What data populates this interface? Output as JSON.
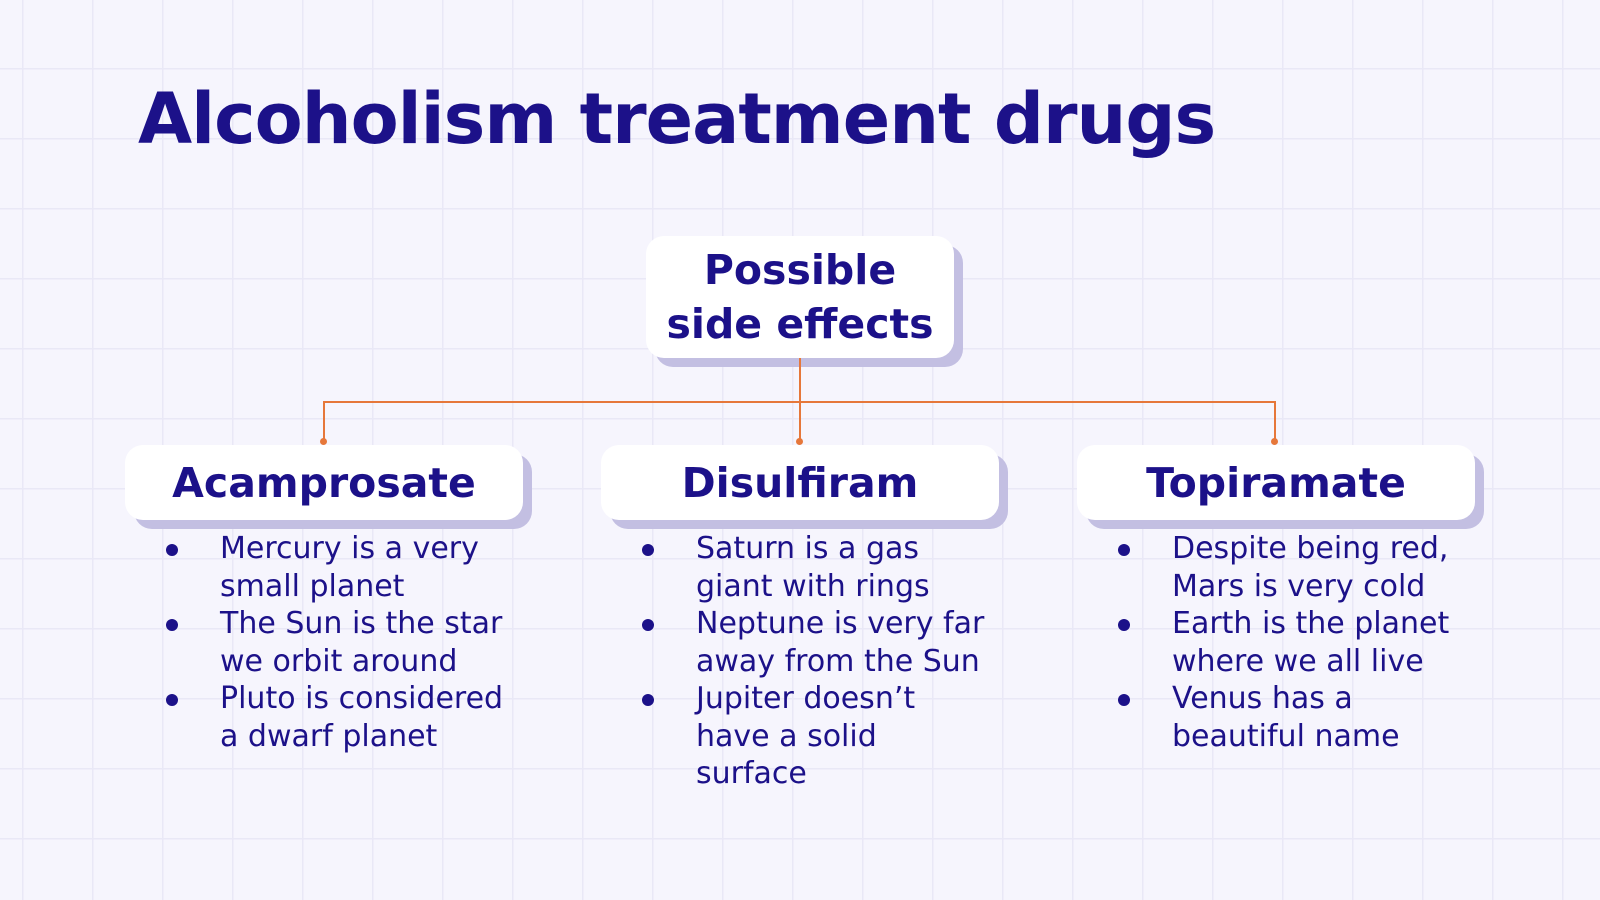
{
  "title": "Alcoholism treatment drugs",
  "root": {
    "label_line1": "Possible",
    "label_line2": "side effects"
  },
  "colors": {
    "text": "#1c1189",
    "connector": "#e6773a",
    "shadow": "#c3bfe2",
    "background": "#f6f5fd"
  },
  "drugs": [
    {
      "name": "Acamprosate",
      "effects": [
        "Mercury is a very small planet",
        "The Sun is the star we orbit around",
        "Pluto is considered a dwarf planet"
      ]
    },
    {
      "name": "Disulfiram",
      "effects": [
        "Saturn is a gas giant with rings",
        "Neptune is very far away from the Sun",
        "Jupiter doesn’t have a solid surface"
      ]
    },
    {
      "name": "Topiramate",
      "effects": [
        "Despite being red, Mars is very cold",
        "Earth is the planet where we all live",
        "Venus has a beautiful name"
      ]
    }
  ]
}
